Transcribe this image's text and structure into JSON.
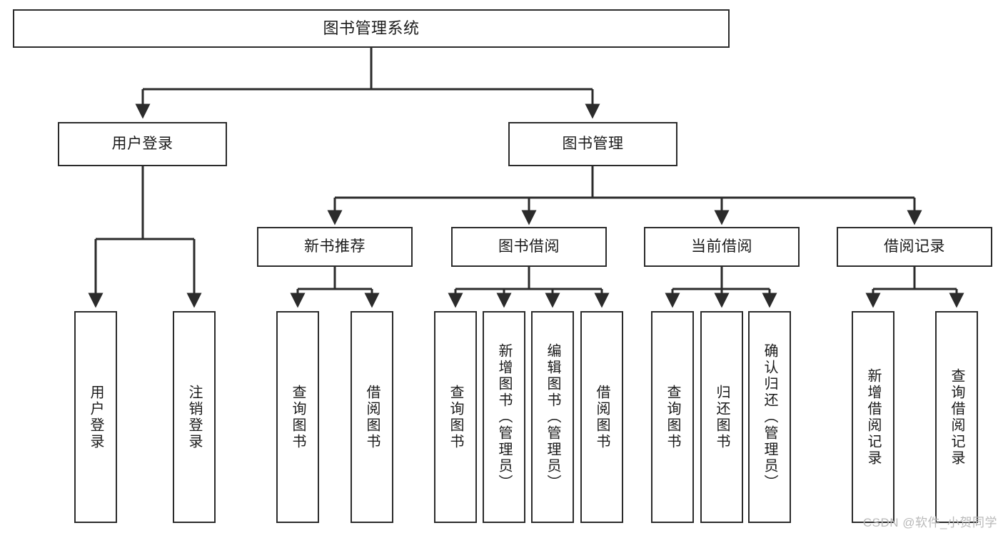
{
  "diagram": {
    "type": "tree-hierarchy",
    "title": "图书管理系统",
    "watermark": "CSDN @软件_小贺同学",
    "colors": {
      "box_border": "#2b2b2b",
      "box_fill": "#ffffff",
      "edge": "#2b2b2b",
      "text": "#1a1a1a",
      "watermark": "#b9b9b9",
      "background": "#ffffff"
    },
    "nodes": {
      "root": {
        "label": "图书管理系统"
      },
      "level1": [
        {
          "id": "user-login",
          "label": "用户登录"
        },
        {
          "id": "book-manage",
          "label": "图书管理"
        }
      ],
      "level2": [
        {
          "id": "new-book-recommend",
          "label": "新书推荐"
        },
        {
          "id": "book-borrow",
          "label": "图书借阅"
        },
        {
          "id": "current-borrow",
          "label": "当前借阅"
        },
        {
          "id": "borrow-record",
          "label": "借阅记录"
        }
      ],
      "leaves": {
        "user-login": [
          {
            "id": "leaf-user-login",
            "label": "用户登录"
          },
          {
            "id": "leaf-logout-login",
            "label": "注销登录"
          }
        ],
        "new-book-recommend": [
          {
            "id": "leaf-query-book-1",
            "label": "查询图书"
          },
          {
            "id": "leaf-borrow-book-1",
            "label": "借阅图书"
          }
        ],
        "book-borrow": [
          {
            "id": "leaf-query-book-2",
            "label": "查询图书"
          },
          {
            "id": "leaf-add-book",
            "label": "新增图书（管理员）"
          },
          {
            "id": "leaf-edit-book",
            "label": "编辑图书（管理员）"
          },
          {
            "id": "leaf-borrow-book-2",
            "label": "借阅图书"
          }
        ],
        "current-borrow": [
          {
            "id": "leaf-query-book-3",
            "label": "查询图书"
          },
          {
            "id": "leaf-return-book",
            "label": "归还图书"
          },
          {
            "id": "leaf-confirm-return",
            "label": "确认归还（管理员）"
          }
        ],
        "borrow-record": [
          {
            "id": "leaf-add-record",
            "label": "新增借阅记录"
          },
          {
            "id": "leaf-query-record",
            "label": "查询借阅记录"
          }
        ]
      }
    }
  }
}
